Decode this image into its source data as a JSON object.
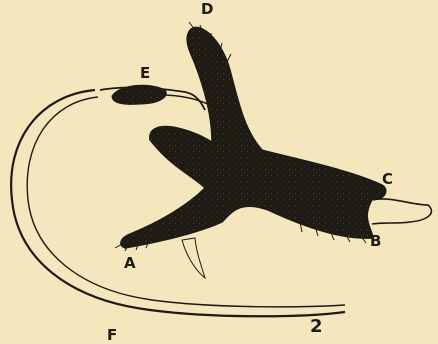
{
  "figure": {
    "labels": {
      "d": "D",
      "e": "E",
      "c": "C",
      "b": "B",
      "a": "A",
      "f": "F",
      "number": "2"
    },
    "colors": {
      "paper": "#f4e7be",
      "ink": "#1e1a14"
    }
  }
}
